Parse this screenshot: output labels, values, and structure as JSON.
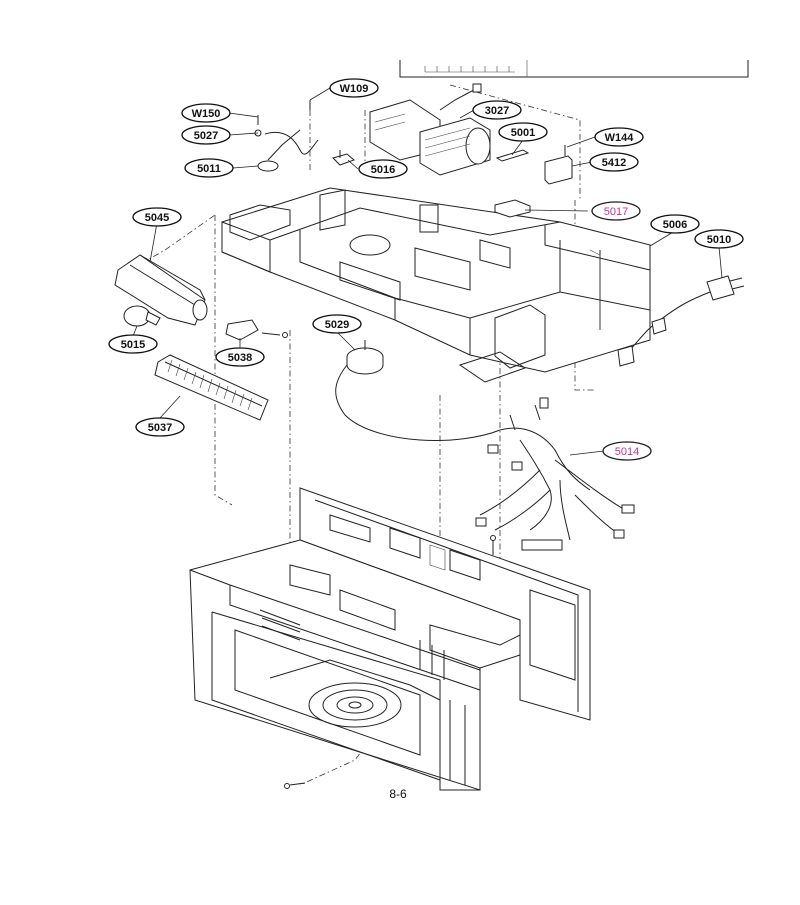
{
  "colors": {
    "line": "#222222",
    "label_text": "#111111",
    "highlight": "#c2388a"
  },
  "labels": [
    {
      "id": "W109",
      "text": "W109",
      "highlight": false
    },
    {
      "id": "W150",
      "text": "W150",
      "highlight": false
    },
    {
      "id": "3027",
      "text": "3027",
      "highlight": false
    },
    {
      "id": "5027",
      "text": "5027",
      "highlight": false
    },
    {
      "id": "5001",
      "text": "5001",
      "highlight": false
    },
    {
      "id": "W144",
      "text": "W144",
      "highlight": false
    },
    {
      "id": "5011",
      "text": "5011",
      "highlight": false
    },
    {
      "id": "5016",
      "text": "5016",
      "highlight": false
    },
    {
      "id": "5412",
      "text": "5412",
      "highlight": false
    },
    {
      "id": "5017",
      "text": "5017",
      "highlight": true
    },
    {
      "id": "5045",
      "text": "5045",
      "highlight": false
    },
    {
      "id": "5006",
      "text": "5006",
      "highlight": false
    },
    {
      "id": "5010",
      "text": "5010",
      "highlight": false
    },
    {
      "id": "5029",
      "text": "5029",
      "highlight": false
    },
    {
      "id": "5015",
      "text": "5015",
      "highlight": false
    },
    {
      "id": "5038",
      "text": "5038",
      "highlight": false
    },
    {
      "id": "5037",
      "text": "5037",
      "highlight": false
    },
    {
      "id": "5014",
      "text": "5014",
      "highlight": true
    }
  ],
  "page_number": "8-6"
}
